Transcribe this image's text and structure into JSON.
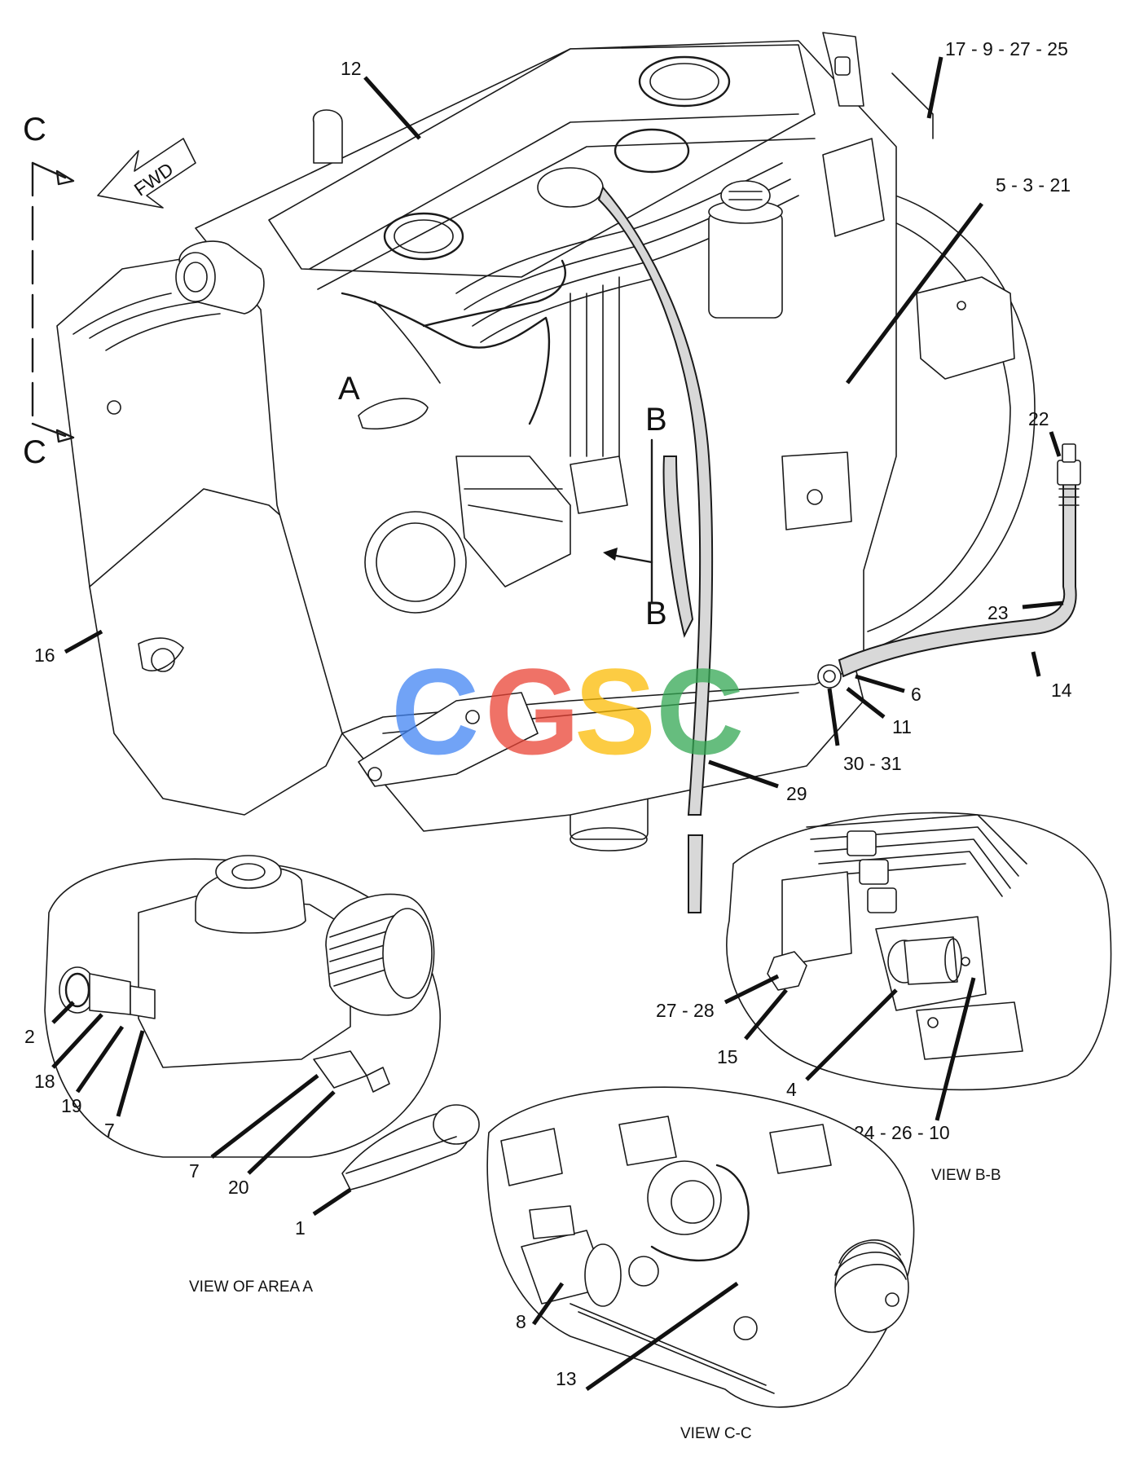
{
  "section_marks": {
    "view_c_letter_top": "C",
    "view_c_letter_bottom": "C",
    "area_a": "A",
    "section_b_top": "B",
    "section_b_bottom": "B",
    "fwd": "FWD"
  },
  "callouts": {
    "c12": "12",
    "c17": "17 - 9 - 27 - 25",
    "c5": "5 - 3 - 21",
    "c22": "22",
    "c23": "23",
    "c14": "14",
    "c6": "6",
    "c11": "11",
    "c30": "30 - 31",
    "c29": "29",
    "c16": "16",
    "a2": "2",
    "a18": "18",
    "a19": "19",
    "a7a": "7",
    "a7b": "7",
    "a20": "20",
    "a1": "1",
    "b27": "27 - 28",
    "b15": "15",
    "b4": "4",
    "b24": "24 - 26 - 10",
    "c8": "8",
    "c13": "13"
  },
  "captions": {
    "view_a": "VIEW OF AREA A",
    "view_bb": "VIEW B-B",
    "view_cc": "VIEW C-C"
  },
  "watermark": {
    "text": "CGSC",
    "colors": [
      "#4285F4",
      "#EA4335",
      "#FBBC05",
      "#34A853"
    ]
  }
}
